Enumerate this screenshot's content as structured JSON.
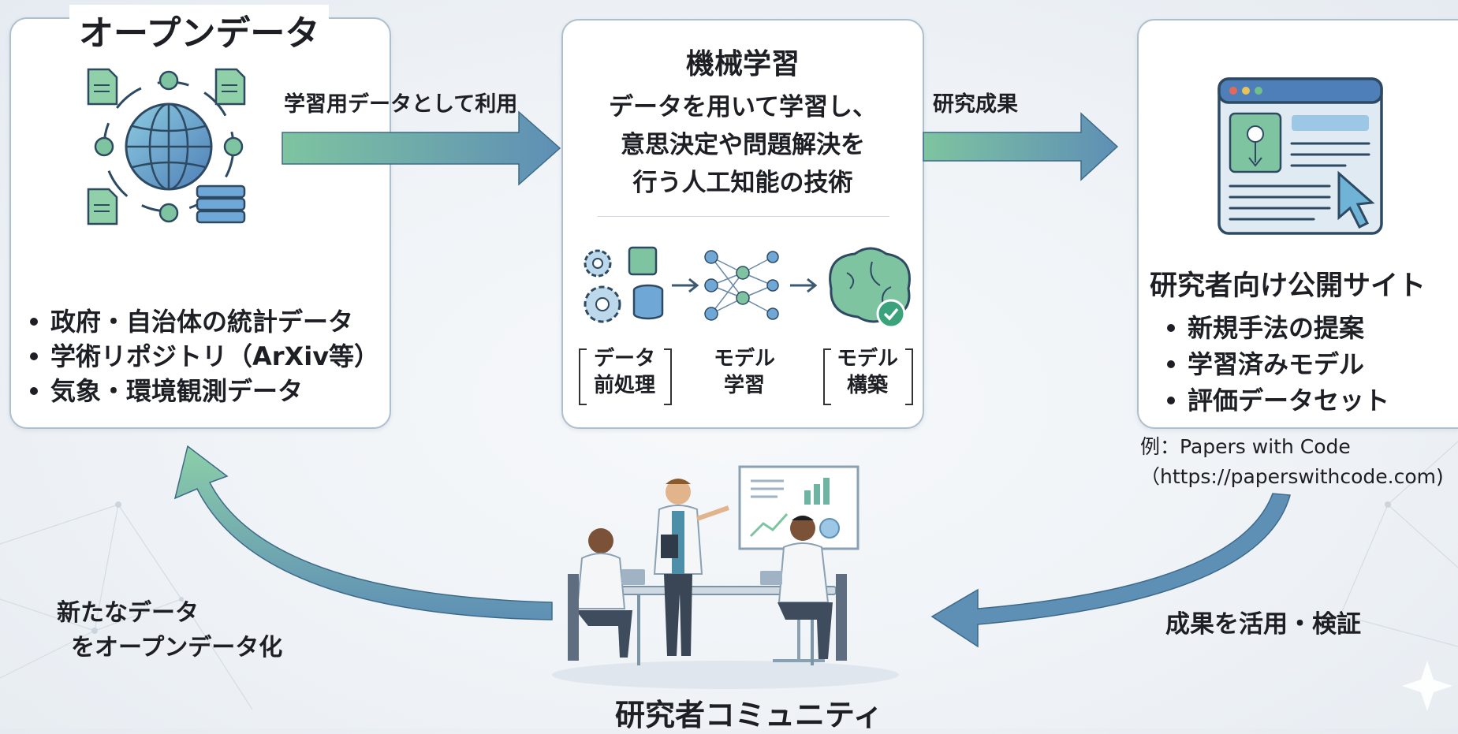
{
  "open_data": {
    "title": "オープンデータ",
    "items": [
      "政府・自治体の統計データ",
      "学術リポジトリ（ArXiv等）",
      "気象・環境観測データ"
    ]
  },
  "ml": {
    "title": "機械学習",
    "desc": [
      "データを用いて学習し、",
      "意思決定や問題解決を",
      "行う人工知能の技術"
    ],
    "steps": [
      {
        "line1": "データ",
        "line2": "前処理"
      },
      {
        "line1": "モデル",
        "line2": "学習"
      },
      {
        "line1": "モデル",
        "line2": "構築"
      }
    ]
  },
  "site": {
    "title": "研究者向け公開サイト",
    "items": [
      "新規手法の提案",
      "学習済みモデル",
      "評価データセット"
    ],
    "example_line1": "例：Papers with Code",
    "example_line2": "（https://paperswithcode.com)"
  },
  "edges": {
    "train": "学習用データとして利用",
    "results": "研究成果",
    "verify": "成果を活用・検証",
    "newdata_line1": "新たなデータ",
    "newdata_line2": "をオープンデータ化"
  },
  "community": {
    "title": "研究者コミュニティ"
  },
  "colors": {
    "arrow_green": "#7ec4a0",
    "arrow_blue": "#5e8fb5",
    "icon_teal": "#6fb3a3",
    "icon_blue": "#5f8fc0"
  }
}
